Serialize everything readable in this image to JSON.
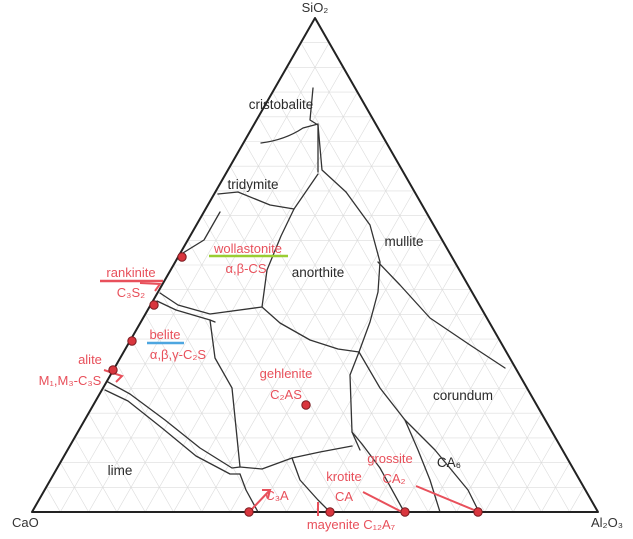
{
  "vertices": {
    "top": "SiO₂",
    "left": "CaO",
    "right": "Al₂O₃"
  },
  "regions": [
    {
      "key": "cristobalite",
      "label": "cristobalite"
    },
    {
      "key": "tridymite",
      "label": "tridymite"
    },
    {
      "key": "mullite",
      "label": "mullite"
    },
    {
      "key": "anorthite",
      "label": "anorthite"
    },
    {
      "key": "corundum",
      "label": "corundum"
    },
    {
      "key": "ca6",
      "label": "CA₆"
    },
    {
      "key": "lime",
      "label": "lime"
    }
  ],
  "phases": {
    "wollastonite": {
      "name": "wollastonite",
      "formula": "α,β-CS",
      "underline_color": "#9acd32"
    },
    "rankinite": {
      "name": "rankinite",
      "formula": "C₃S₂",
      "underline_color": "#e8505b"
    },
    "belite": {
      "name": "belite",
      "formula": "α,β,γ-C₂S",
      "underline_color": "#4da6e0"
    },
    "alite": {
      "name": "alite",
      "formula": "M₁,M₃-C₃S"
    },
    "gehlenite": {
      "name": "gehlenite",
      "formula": "C₂AS"
    },
    "c3a": {
      "formula": "C₃A"
    },
    "mayenite": {
      "text": "mayenite C₁₂A₇"
    },
    "krotite": {
      "name": "krotite",
      "formula": "CA"
    },
    "grossite": {
      "name": "grossite",
      "formula": "CA₂"
    }
  },
  "colors": {
    "phase_text": "#e8505b",
    "marker_fill": "#d9363e",
    "boundary": "#333333",
    "grid": "#dcdcdc"
  }
}
